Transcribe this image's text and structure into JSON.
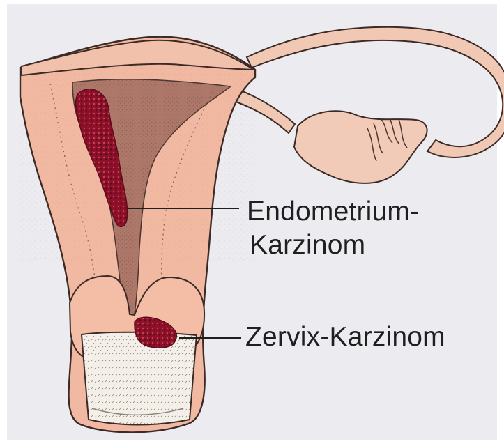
{
  "labels": {
    "endometrium_line1": "Endometrium-",
    "endometrium_line2": "Karzinom",
    "zervix": "Zervix-Karzinom"
  },
  "colors": {
    "background": "#ecebf0",
    "tissue": "#f1b9a1",
    "tissue_dark": "#d98f79",
    "cavity": "#a87467",
    "carcinoma": "#8b1028",
    "vagina": "#f4efe8",
    "leader_line": "#1f1f1f"
  }
}
